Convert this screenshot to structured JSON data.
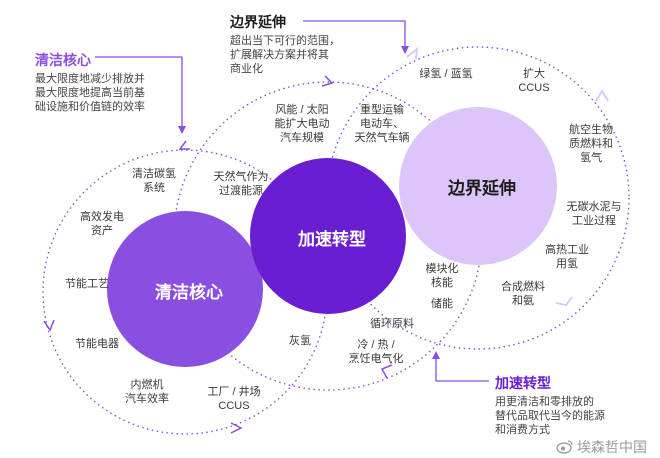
{
  "circles": {
    "core": {
      "label": "清洁核心",
      "color": "#8a4fe0"
    },
    "accelerate": {
      "label": "加速转型",
      "color": "#6f1fd6"
    },
    "frontier": {
      "label": "边界延伸",
      "color": "#dcc5f9"
    }
  },
  "callouts": {
    "frontier": {
      "title": "边界延伸",
      "desc": "超出当下可行的范围，\n扩展解决方案并将其\n商业化"
    },
    "core": {
      "title": "清洁核心",
      "desc": "最大限度地减少排放并\n最大限度地提高当前基\n础设施和价值链的效率"
    },
    "accelerate": {
      "title": "加速转型",
      "desc": "用更清洁和零排放的\n替代品取代当今的能源\n和消费方式"
    }
  },
  "labels": {
    "clean_hydrogen": "清洁碳氢\n系统",
    "efficient_generation": "高效发电\n资产",
    "energy_saving_process": "节能工艺",
    "energy_saving_appliances": "节能电器",
    "ice_efficiency": "内燃机\n汽车效率",
    "factory_ccus": "工厂 / 井场\nCCUS",
    "gray_hydrogen": "灰氢",
    "gas_transition": "天然气作为\n过渡能源",
    "wind_solar": "风能 / 太阳\n能扩大电动\n汽车规模",
    "heavy_transport": "重型运输\n电动车、\n天然气车辆",
    "modular_nuclear": "模块化\n核能",
    "storage": "储能",
    "circular_materials": "循环原料",
    "heat_electrification": "冷 / 热 /\n烹饪电气化",
    "green_blue_hydrogen": "绿氢 / 蓝氢",
    "scale_ccus": "扩大\nCCUS",
    "aviation_fuel": "航空生物\n质燃料和\n氢气",
    "carbon_free_cement": "无碳水泥与\n工业过程",
    "high_heat_hydrogen": "高热工业\n用氢",
    "synthetic_fuel": "合成燃料\n和氨"
  },
  "watermark": "埃森哲中国"
}
